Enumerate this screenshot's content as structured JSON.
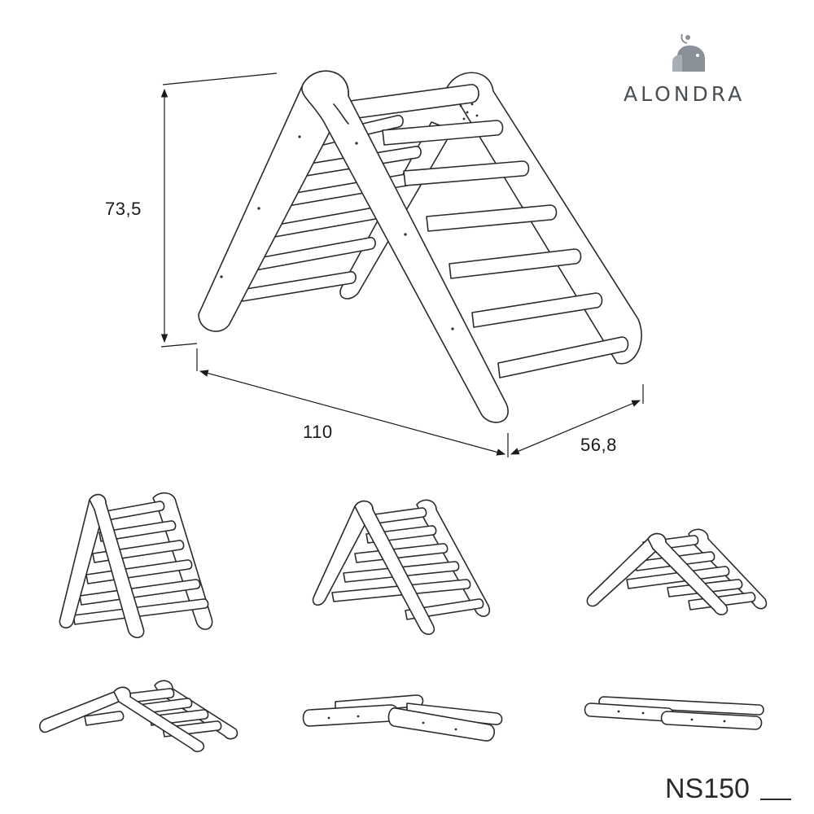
{
  "brand": {
    "name": "ALONDRA"
  },
  "dimensions": {
    "height": "73,5",
    "length": "110",
    "depth": "56,8"
  },
  "product_code": "NS150",
  "colors": {
    "line": "#2b2b2b",
    "fill": "#ffffff",
    "brand_text": "#4a4f55",
    "logo": "#8a9097"
  },
  "configurations": [
    "triangle-steep",
    "triangle-medium",
    "triangle-low",
    "ramp-slope",
    "flat-low",
    "flat-ladder"
  ]
}
